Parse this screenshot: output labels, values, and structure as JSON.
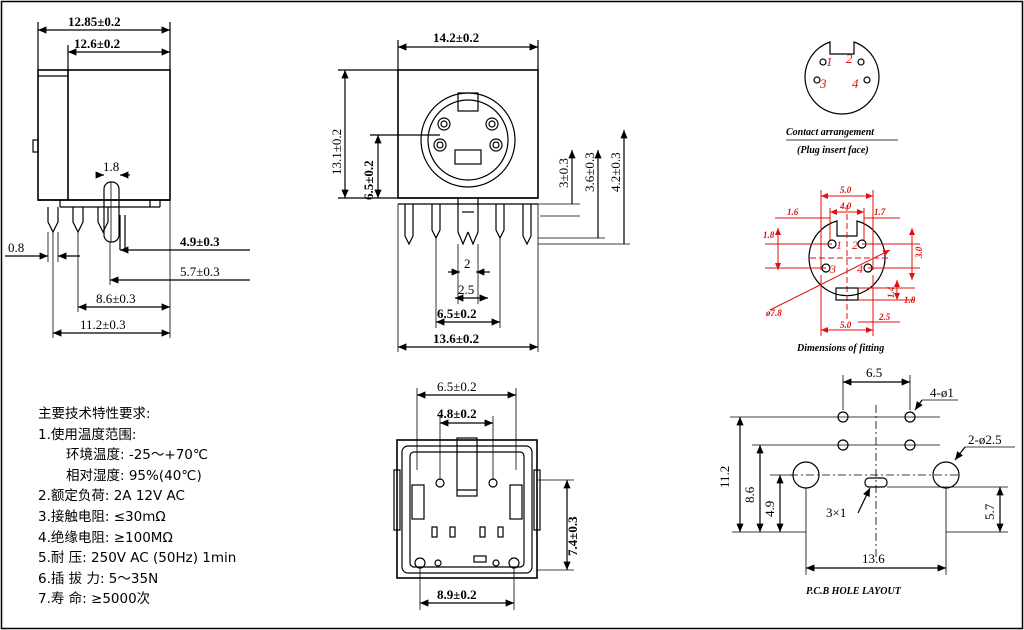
{
  "side_view": {
    "w_outer": "12.85±0.2",
    "w_inner": "12.6±0.2",
    "pitch": "1.8",
    "d_08": "0.8",
    "d_49": "4.9±0.3",
    "d_57": "5.7±0.3",
    "d_86": "8.6±0.3",
    "d_112": "11.2±0.3"
  },
  "front_view": {
    "width_top": "14.2±0.2",
    "height": "13.1±0.2",
    "center_h": "6.5±0.2",
    "d3": "3±0.3",
    "d36": "3.6±0.3",
    "d42": "4.2±0.3",
    "d2": "2",
    "d25": "2.5",
    "d65": "6.5±0.2",
    "width_bottom": "13.6±0.2"
  },
  "contact": {
    "pins": [
      "1",
      "2",
      "3",
      "4"
    ],
    "title": "Contact arrangement",
    "subtitle": "(Plug insert face)"
  },
  "fitting": {
    "d50_top": "5.0",
    "d40": "4.0",
    "d16": "1.6",
    "d17": "1.7",
    "d18_left": "1.8",
    "d30": "3.0",
    "dia78": "ø7.8",
    "d14": "1.4",
    "d18_right": "1.8",
    "d25": "2.5",
    "d50_bottom": "5.0",
    "pins": [
      "1",
      "2",
      "3",
      "4"
    ],
    "title": "Dimensions of fitting"
  },
  "bottom_view": {
    "d65": "6.5±0.2",
    "d48": "4.8±0.2",
    "d74": "7.4±0.3",
    "d89": "8.9±0.2"
  },
  "pcb": {
    "d65": "6.5",
    "holes4": "4-ø1",
    "holes2": "2-ø2.5",
    "d112": "11.2",
    "d86": "8.6",
    "d49": "4.9",
    "d57": "5.7",
    "slot": "3×1",
    "d136": "13.6",
    "title": "P.C.B HOLE LAYOUT"
  },
  "specs": {
    "title": "主要技术特性要求:",
    "l1": "1.使用温度范围:",
    "l1a": "环境温度: -25～+70℃",
    "l1b": "相对湿度: 95%(40℃)",
    "l2": "2.额定负荷: 2A 12V AC",
    "l3": "3.接触电阻: ≤30mΩ",
    "l4": "4.绝缘电阻: ≥100MΩ",
    "l5": "5.耐    压: 250V AC (50Hz) 1min",
    "l6": "6.插 拔 力: 5～35N",
    "l7": "7.寿    命: ≥5000次"
  },
  "colors": {
    "pin_label": "#e01010",
    "fitting_lines": "#e01010"
  }
}
